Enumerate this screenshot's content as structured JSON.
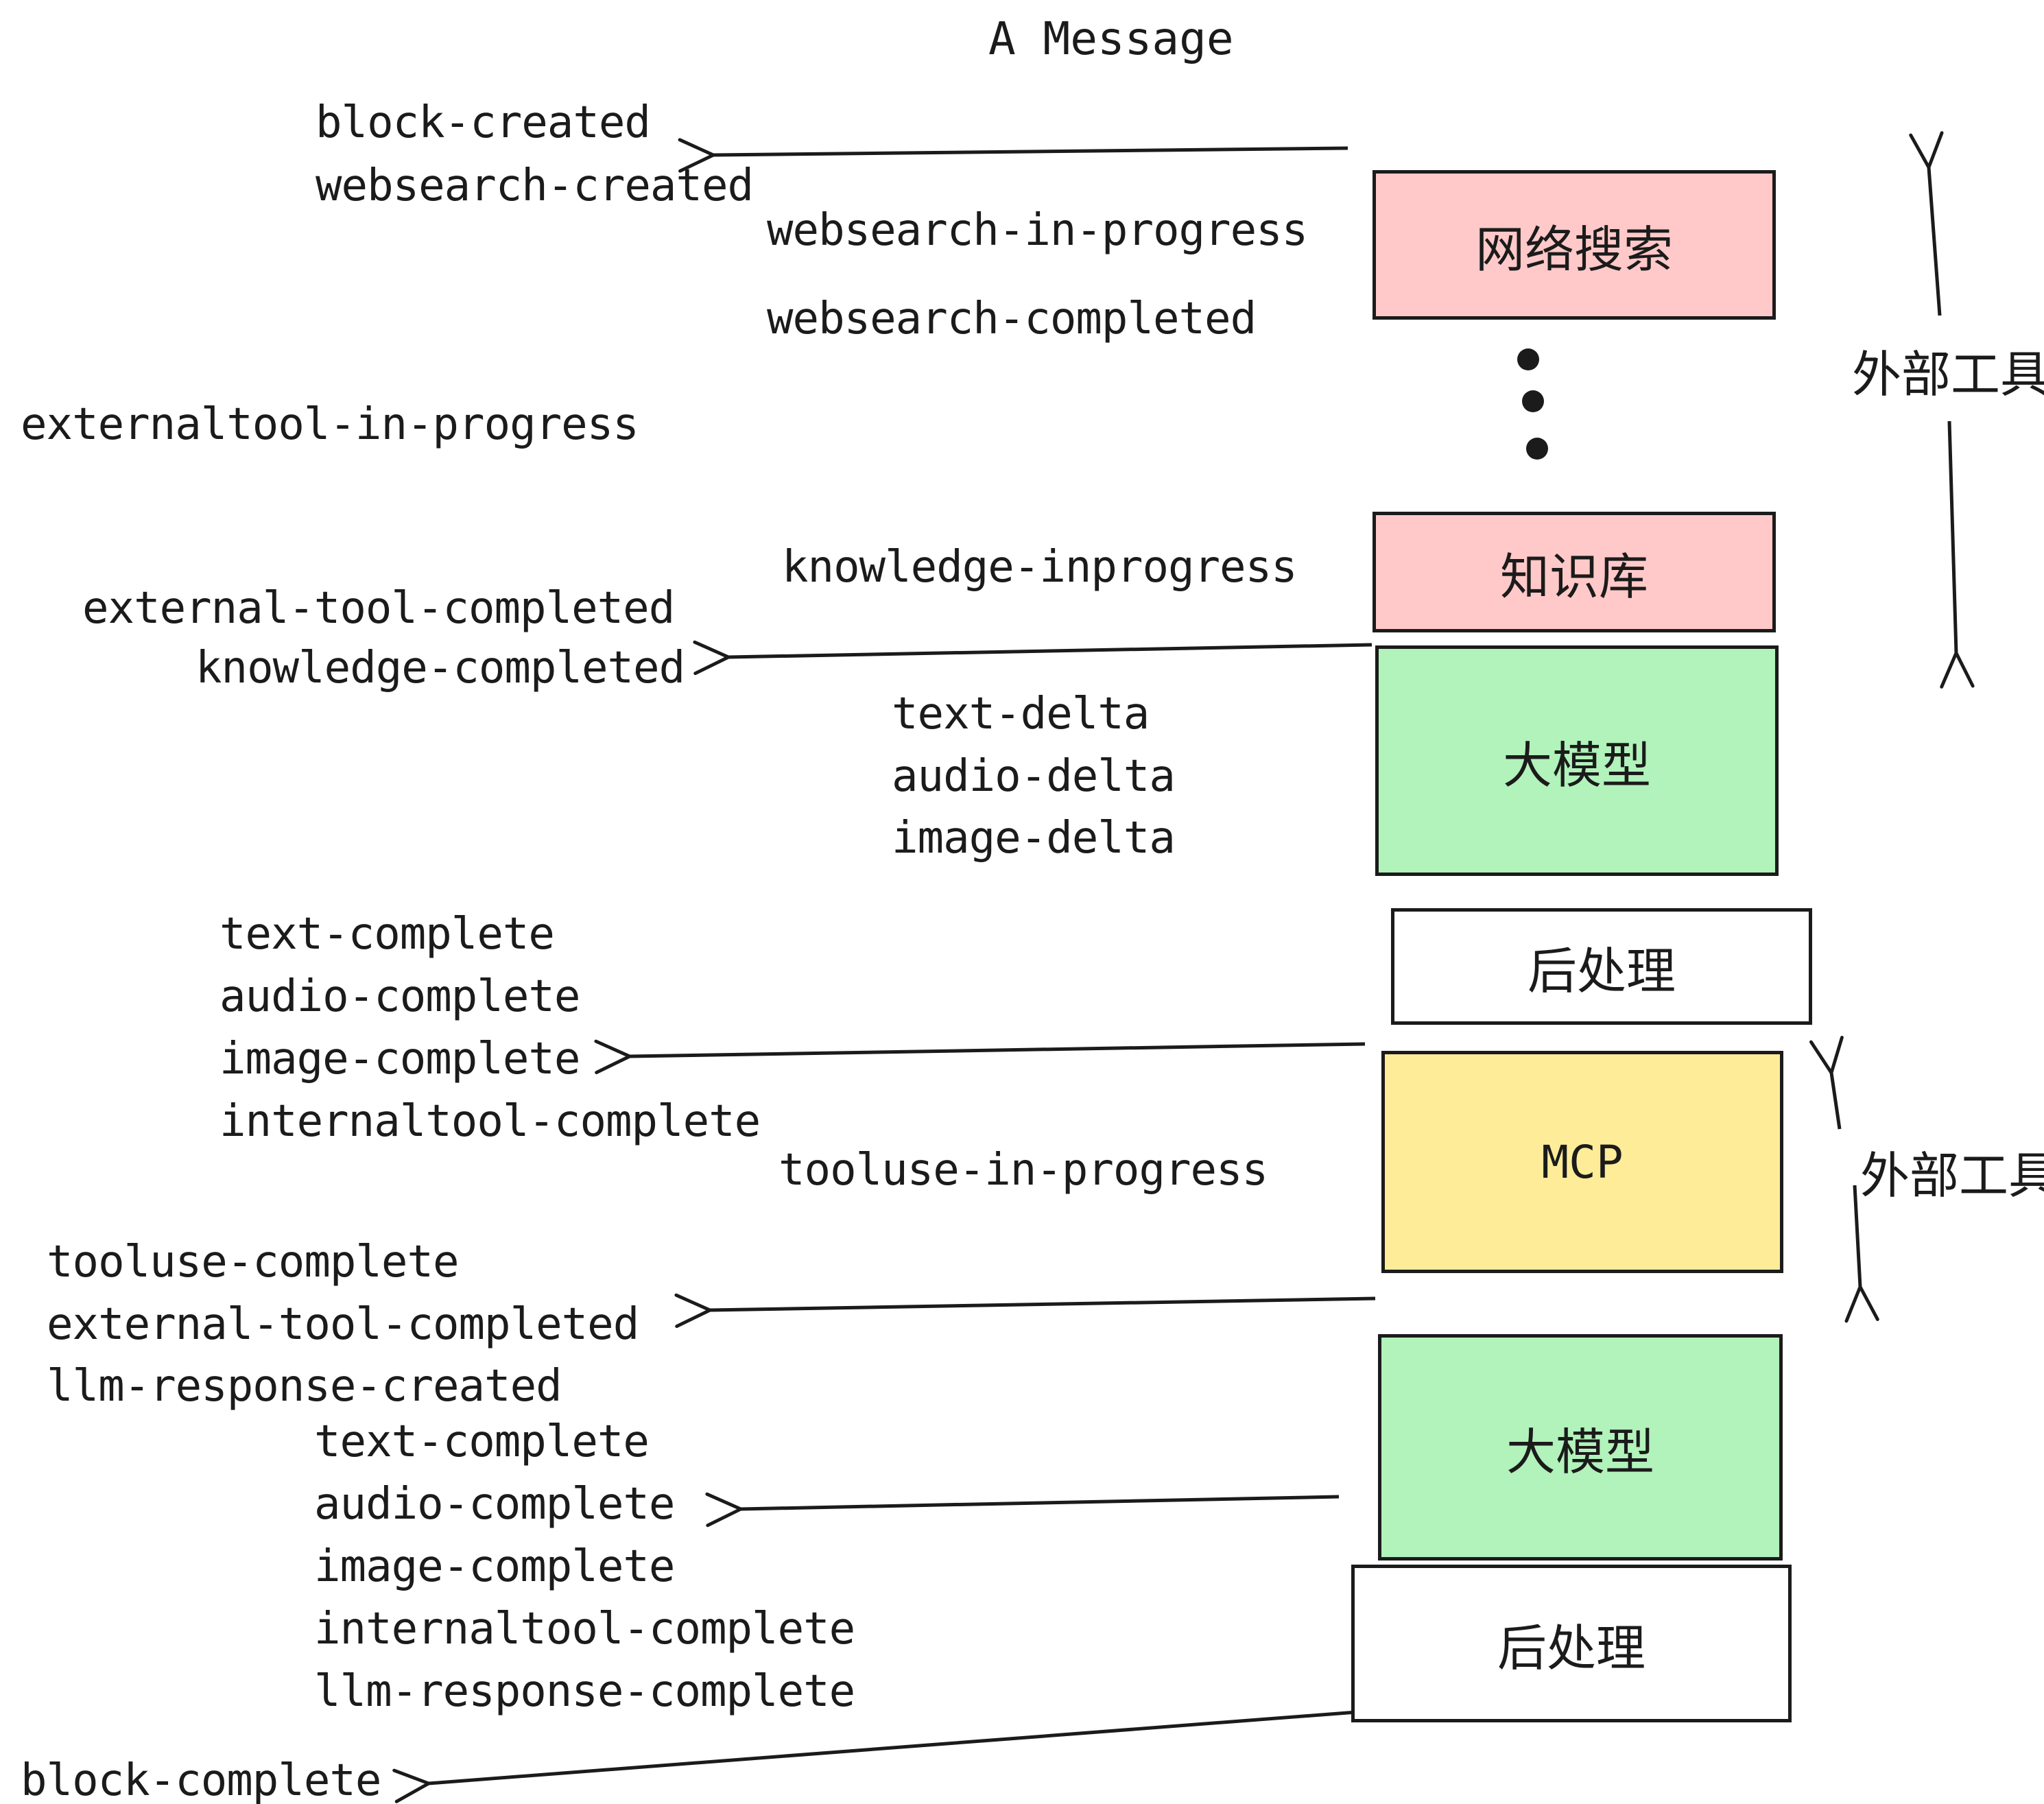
{
  "title": "A Message",
  "events": {
    "block_created": "block-created",
    "websearch_created": "websearch-created",
    "websearch_in_progress": "websearch-in-progress",
    "websearch_completed": "websearch-completed",
    "externaltool_in_progress": "externaltool-in-progress",
    "knowledge_inprogress": "knowledge-inprogress",
    "external_tool_completed_1": "external-tool-completed",
    "knowledge_completed": "knowledge-completed",
    "text_delta_1": "text-delta",
    "audio_delta_1": "audio-delta",
    "image_delta_1": "image-delta",
    "text_complete_1": "text-complete",
    "audio_complete_1": "audio-complete",
    "image_complete_1": "image-complete",
    "internaltool_complete_1": "internaltool-complete",
    "tooluse_in_progress": "tooluse-in-progress",
    "tooluse_complete": "tooluse-complete",
    "external_tool_completed_2": "external-tool-completed",
    "llm_response_created": "llm-response-created",
    "text_complete_2": "text-complete",
    "audio_complete_2": "audio-complete",
    "image_complete_2": "image-complete",
    "internaltool_complete_2": "internaltool-complete",
    "llm_response_complete": "llm-response-complete",
    "block_complete": "block-complete"
  },
  "nodes": {
    "websearch": {
      "label": "网络搜索",
      "fill": "#ffc9c9"
    },
    "knowledge": {
      "label": "知识库",
      "fill": "#ffc9c9"
    },
    "llm1": {
      "label": "大模型",
      "fill": "#b2f2bb"
    },
    "post1": {
      "label": "后处理",
      "fill": "#ffffff"
    },
    "mcp": {
      "label": "MCP",
      "fill": "#ffec99"
    },
    "llm2": {
      "label": "大模型",
      "fill": "#b2f2bb"
    },
    "post2": {
      "label": "后处理",
      "fill": "#ffffff"
    }
  },
  "side_labels": {
    "external_tools_1": "外部工具",
    "external_tools_2": "外部工具"
  },
  "colors": {
    "ink": "#1b1b1b",
    "pink": "#ffc9c9",
    "green": "#b2f2bb",
    "yellow": "#ffec99",
    "white": "#ffffff",
    "background": "#ffffff"
  }
}
